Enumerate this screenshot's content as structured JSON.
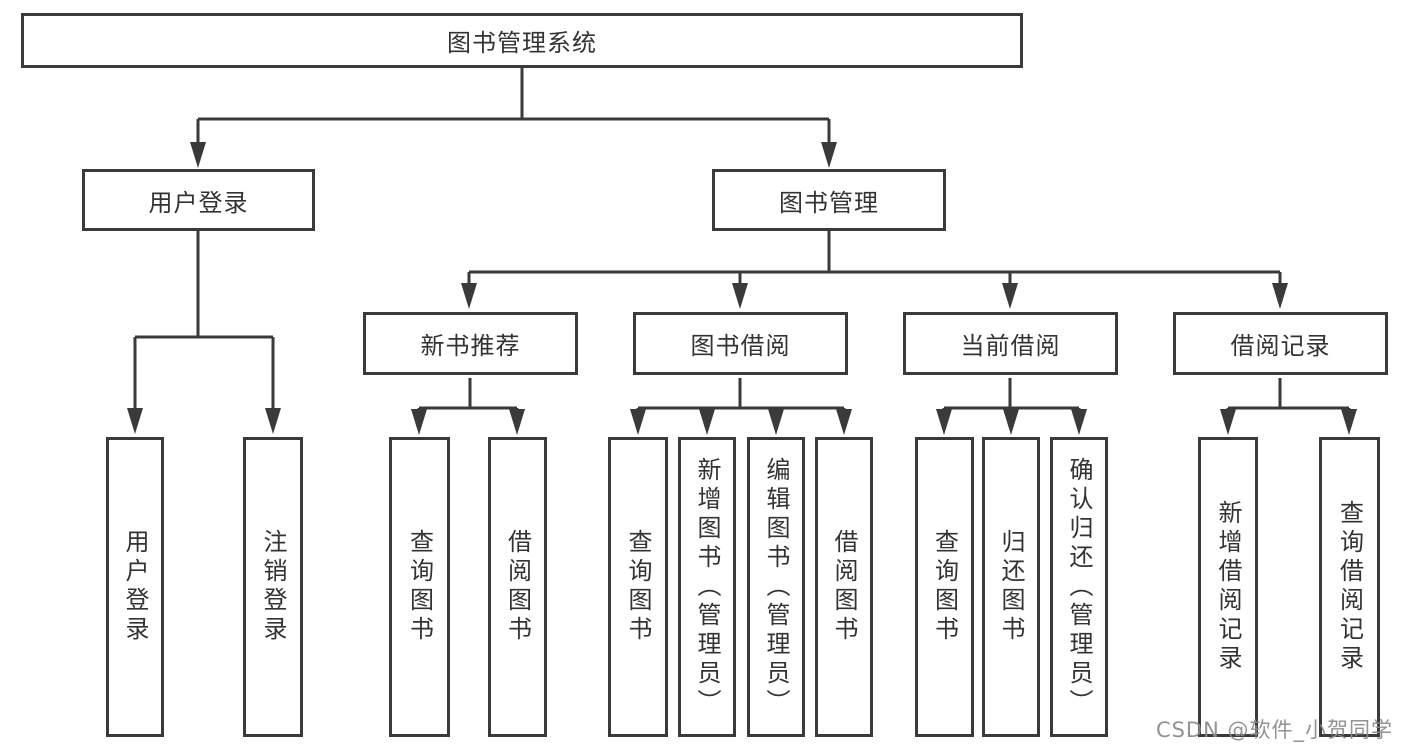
{
  "diagram": {
    "root": {
      "label": "图书管理系统"
    },
    "login": {
      "label": "用户登录",
      "children": [
        {
          "label": "用户登录"
        },
        {
          "label": "注销登录"
        }
      ]
    },
    "mgmt": {
      "label": "图书管理",
      "groups": [
        {
          "label": "新书推荐",
          "children": [
            {
              "label": "查询图书"
            },
            {
              "label": "借阅图书"
            }
          ]
        },
        {
          "label": "图书借阅",
          "children": [
            {
              "label": "查询图书"
            },
            {
              "label": "新增图书（管理员）"
            },
            {
              "label": "编辑图书（管理员）"
            },
            {
              "label": "借阅图书"
            }
          ]
        },
        {
          "label": "当前借阅",
          "children": [
            {
              "label": "查询图书"
            },
            {
              "label": "归还图书"
            },
            {
              "label": "确认归还（管理员）"
            }
          ]
        },
        {
          "label": "借阅记录",
          "children": [
            {
              "label": "新增借阅记录"
            },
            {
              "label": "查询借阅记录"
            }
          ]
        }
      ]
    }
  },
  "watermark": {
    "text": "CSDN @软件_小贺同学"
  },
  "colors": {
    "line": "#3a3a3a",
    "text": "#333333",
    "watermark": "#8c8c8c",
    "background": "#ffffff"
  }
}
